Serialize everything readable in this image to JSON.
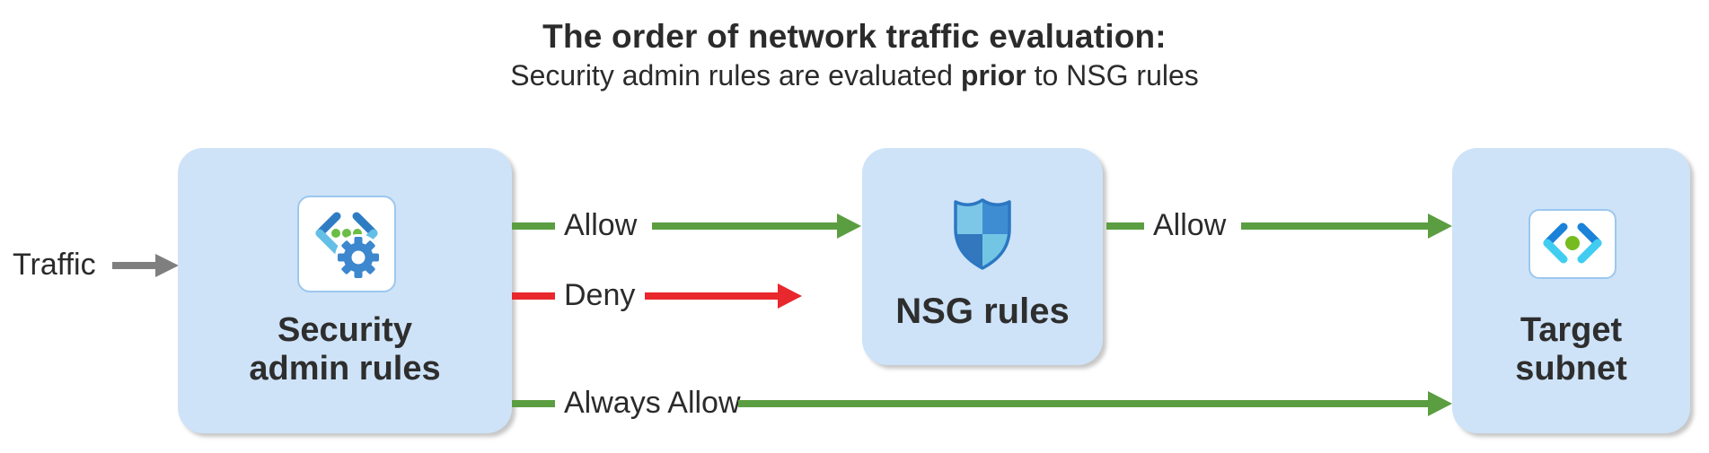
{
  "header": {
    "title": "The order of network traffic evaluation:",
    "subtitle_pre": "Security admin rules are evaluated ",
    "subtitle_bold": "prior",
    "subtitle_post": " to NSG rules"
  },
  "traffic": {
    "label": "Traffic"
  },
  "nodes": {
    "security_admin": {
      "label_line1": "Security",
      "label_line2": "admin rules",
      "icon": "virtual-network-manager-icon"
    },
    "nsg": {
      "label": "NSG rules",
      "icon": "nsg-shield-icon"
    },
    "target_subnet": {
      "label_line1": "Target",
      "label_line2": "subnet",
      "icon": "subnet-icon"
    }
  },
  "edges": {
    "allow_1": {
      "label": "Allow",
      "from": "security_admin",
      "to": "nsg",
      "color": "#5b9e41"
    },
    "deny": {
      "label": "Deny",
      "from": "security_admin",
      "to": "dropped",
      "color": "#e8282c"
    },
    "allow_2": {
      "label": "Allow",
      "from": "nsg",
      "to": "target_subnet",
      "color": "#5b9e41"
    },
    "always_allow": {
      "label": "Always Allow",
      "from": "security_admin",
      "to": "target_subnet",
      "color": "#5b9e41"
    }
  },
  "colors": {
    "node_fill": "#cee3f8",
    "tile_border": "#9cc7ee",
    "text": "#2b2b2b",
    "green": "#5b9e41",
    "red": "#e8282c",
    "gray": "#7f7f7f"
  }
}
